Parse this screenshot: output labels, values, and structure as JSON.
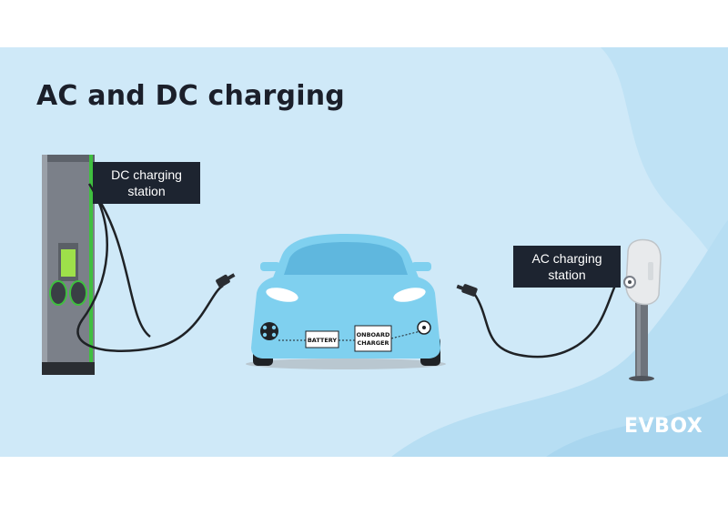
{
  "title": "AC and DC charging",
  "labels": {
    "dc_station": "DC charging station",
    "ac_station": "AC charging station",
    "battery": "BATTERY",
    "onboard_charger_line1": "ONBOARD",
    "onboard_charger_line2": "CHARGER"
  },
  "brand": {
    "logo_text": "EVBOX"
  },
  "colors": {
    "background": "#cfe9f8",
    "car_body": "#7fd0ef",
    "label_bg": "#1d2430",
    "accent_green": "#3fbf3f"
  },
  "icons": [
    "dc-charging-station-icon",
    "ac-charging-station-icon",
    "car-icon",
    "charging-cable-icon",
    "connector-plug-icon"
  ]
}
